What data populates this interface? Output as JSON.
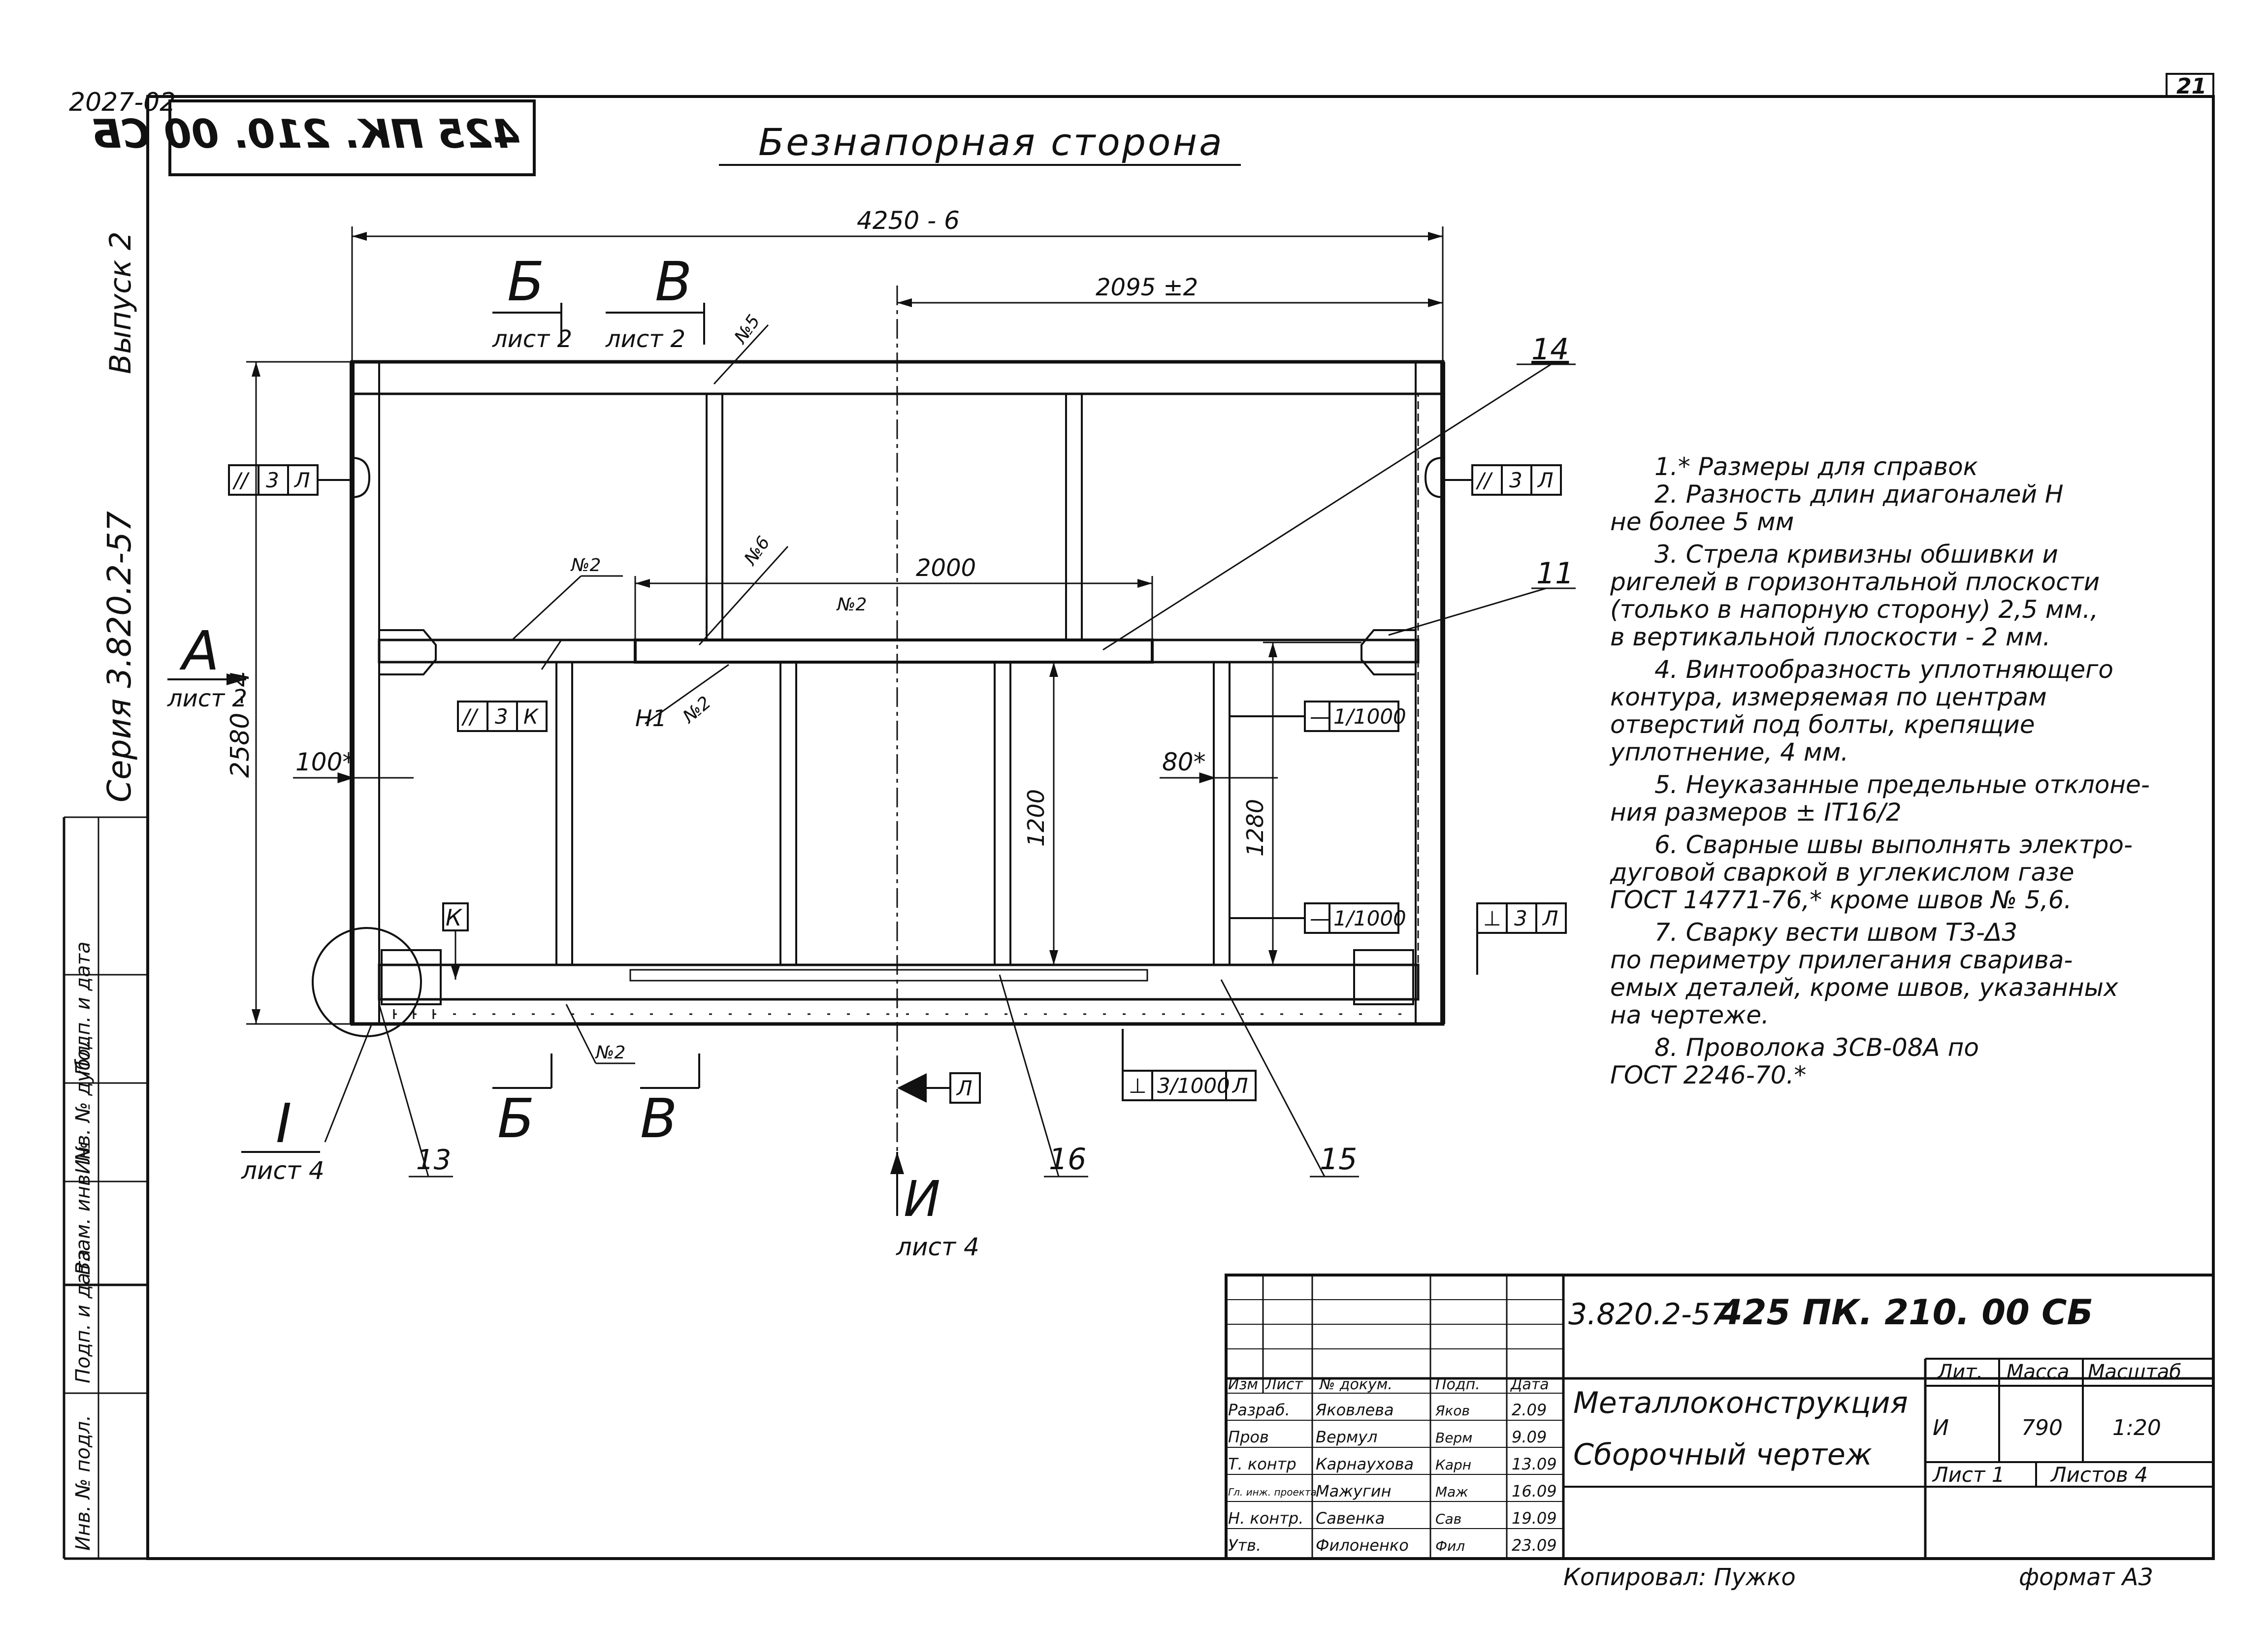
{
  "sheet": {
    "corner_code": "2027-02",
    "sheet_number": "21",
    "top_code_mirrored": "425 ПК. 210. 00 СБ",
    "title": "Безнапорная сторона",
    "vertical_series": "Серия 3.820.2-57",
    "vertical_issue": "Выпуск 2",
    "copied_by": "Копировал: Пужко",
    "format": "формат А3"
  },
  "side_stamp": {
    "cells": [
      "Инв. № подл.",
      "Подп. и дата",
      "Взам. инв. №",
      "Инв. № дубл.",
      "Подп. и дата"
    ]
  },
  "drawing": {
    "dims": {
      "overall_width": "4250 - 6",
      "right_span": "2095 ±2",
      "center_span": "2000",
      "height": "2580 - 4",
      "h1200": "1200",
      "h1280": "1280",
      "d100": "100*",
      "d80": "80*"
    },
    "sections": {
      "b_letter": "Б",
      "v_letter": "В",
      "a_letter": "А",
      "i_letter": "I",
      "k_letter": "К",
      "i_view_letter": "И",
      "sheet2": "лист 2",
      "sheet4": "лист 4"
    },
    "callouts": {
      "n14": "14",
      "n11": "11",
      "n13": "13",
      "n16": "16",
      "n15": "15",
      "no5": "№5",
      "no6": "№6",
      "no2": "№2",
      "h1": "Н1"
    },
    "tolerances": {
      "par_3_l": [
        "//",
        "3",
        "Л"
      ],
      "par_3_k": [
        "//",
        "3",
        "К"
      ],
      "perp_3_l": [
        "⊥",
        "3",
        "Л"
      ],
      "perp_3_1000_l": [
        "⊥",
        "3/1000",
        "Л"
      ],
      "flat_1_1000": [
        "—",
        "1/1000"
      ],
      "weld_l": "Л"
    }
  },
  "notes": [
    "1.* Размеры для справок",
    "2. Разность длин диагоналей Н",
    "не более 5 мм",
    "3. Стрела кривизны обшивки и",
    "ригелей в горизонтальной плоскости",
    "(только в напорную сторону) 2,5 мм.,",
    "в вертикальной плоскости - 2 мм.",
    "4. Винтообразность уплотняющего",
    "контура, измеряемая по центрам",
    "отверстий под болты, крепящие",
    "уплотнение, 4 мм.",
    "5. Неуказанные предельные отклоне-",
    "ния размеров ± IT16/2",
    "6. Сварные швы выполнять электро-",
    "дуговой сваркой в углекислом газе",
    "ГОСТ 14771-76,* кроме швов № 5,6.",
    "7. Сварку вести швом Т3-Δ3",
    "по периметру прилегания сварива-",
    "емых деталей, кроме швов, указанных",
    "на чертеже.",
    "8. Проволока 3СВ-08А по",
    "ГОСТ 2246-70.*"
  ],
  "title_block": {
    "designation_series": "3.820.2-57",
    "designation": "425 ПК. 210. 00 СБ",
    "name_line1": "Металлоконструкция",
    "name_line2": "Сборочный чертеж",
    "headers": [
      "Изм",
      "Лист",
      "№ докум.",
      "Подп.",
      "Дата"
    ],
    "rows": [
      {
        "role": "Разраб.",
        "name": "Яковлева",
        "sign": "Яков",
        "date": "2.09"
      },
      {
        "role": "Пров",
        "name": "Вермул",
        "sign": "Верм",
        "date": "9.09"
      },
      {
        "role": "Т. контр",
        "name": "Карнаухова",
        "sign": "Карн",
        "date": "13.09"
      },
      {
        "role": "Гл. инж. проекта",
        "name": "Мажугин",
        "sign": "Маж",
        "date": "16.09"
      },
      {
        "role": "Н. контр.",
        "name": "Савенка",
        "sign": "Сав",
        "date": "19.09"
      },
      {
        "role": "Утв.",
        "name": "Филоненко",
        "sign": "Фил",
        "date": "23.09"
      }
    ],
    "lit_label": "Лит.",
    "mass_label": "Масса",
    "scale_label": "Масштаб",
    "lit_value": "И",
    "mass_value": "790",
    "scale_value": "1:20",
    "sheet_label": "Лист 1",
    "sheets_label": "Листов 4"
  }
}
